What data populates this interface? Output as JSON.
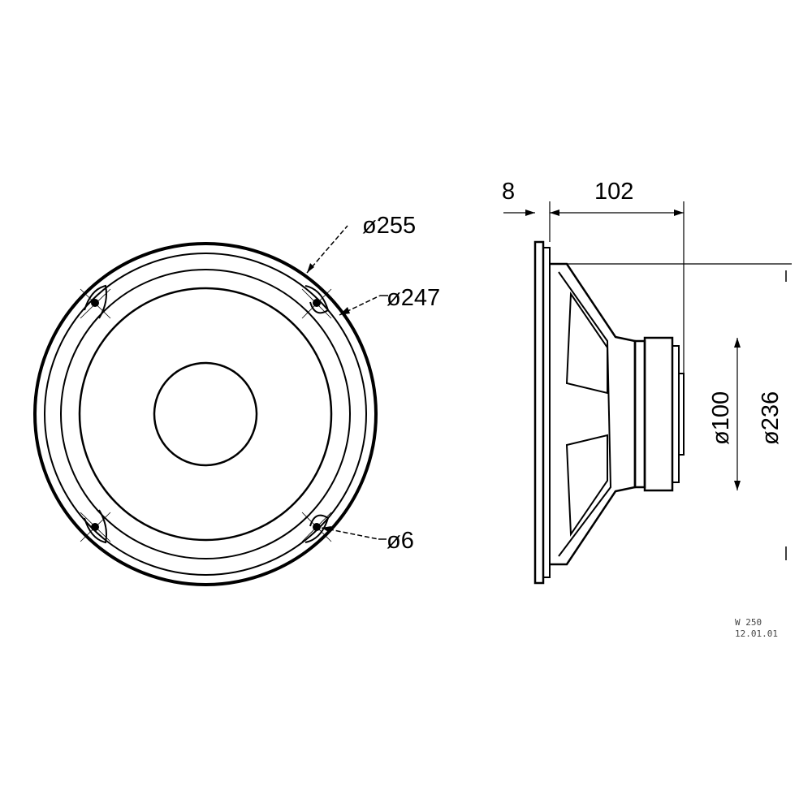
{
  "front_view": {
    "outer_diameter_label": "ø255",
    "hole_circle_label": "ø247",
    "hole_label": "ø6"
  },
  "side_view": {
    "flange_thickness_label": "8",
    "depth_label": "102",
    "magnet_diameter_label": "ø100",
    "cutout_diameter_label": "ø236"
  },
  "drawing_id": {
    "line1": "W 250",
    "line2": "12.01.01"
  }
}
